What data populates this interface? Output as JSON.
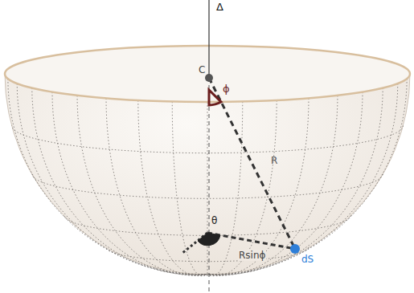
{
  "diagram": {
    "labels": [
      "Δ",
      "C",
      "ϕ",
      "R",
      "θ",
      "Rsinϕ",
      "dS"
    ]
  }
}
